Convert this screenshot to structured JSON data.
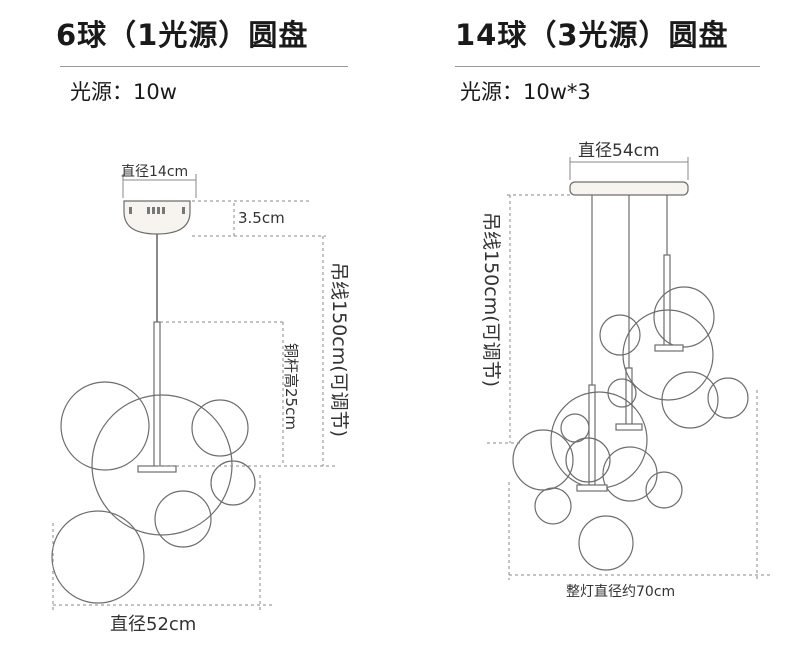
{
  "left_panel": {
    "title": "6球（1光源）圆盘",
    "light_source": "光源：10w",
    "dimensions": {
      "canopy_diameter": "直径14cm",
      "canopy_height": "3.5cm",
      "hanging_wire": "吊线150cm(可调节)",
      "copper_rod": "铜杆高25cm",
      "overall_diameter": "直径52cm"
    }
  },
  "right_panel": {
    "title": "14球（3光源）圆盘",
    "light_source": "光源：10w*3",
    "dimensions": {
      "canopy_diameter": "直径54cm",
      "hanging_wire": "吊线150cm(可调节)",
      "overall_diameter": "整灯直径约70cm"
    }
  }
}
